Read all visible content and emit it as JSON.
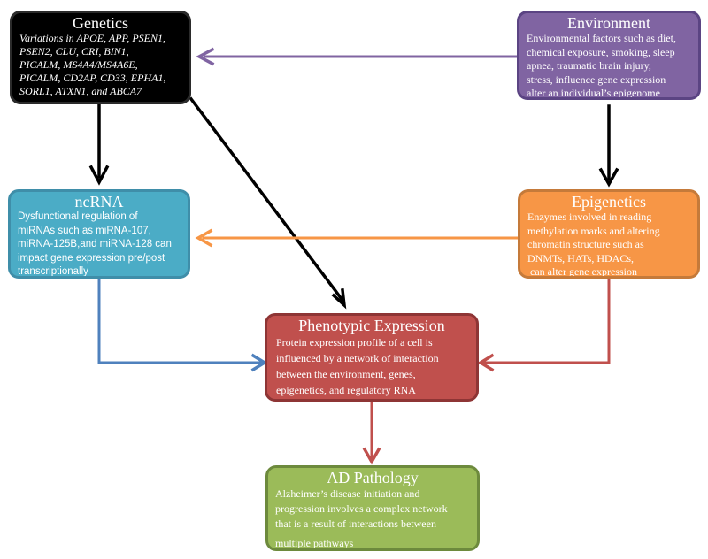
{
  "colors": {
    "genetics": "#000000",
    "environment": "#8064a2",
    "ncrna": "#4bacc6",
    "epigenetics": "#f79646",
    "phenotypic": "#c0504d",
    "ad_pathology": "#9bbb59",
    "arrow_black": "#000000",
    "arrow_purple": "#8064a2",
    "arrow_orange": "#f79646",
    "arrow_blue": "#4f81bd",
    "arrow_red": "#c0504d"
  },
  "nodes": {
    "genetics": {
      "title": "Genetics",
      "lines": [
        "Variations in APOE, APP, PSEN1,",
        "PSEN2, CLU, CRI, BIN1,",
        "PICALM, MS4A4/MS4A6E,",
        "PICALM, CD2AP, CD33, EPHA1,",
        "SORL1, ATXN1, and ABCA7"
      ]
    },
    "environment": {
      "title": "Environment",
      "lines": [
        "Environmental factors such as diet,",
        "chemical exposure, smoking, sleep",
        "apnea, traumatic brain injury,",
        "stress, influence gene expression",
        "alter an individual’s epigenome"
      ]
    },
    "ncrna": {
      "title": "ncRNA",
      "lines": [
        "Dysfunctional regulation of",
        "miRNAs such as miRNA-107,",
        "miRNA-125B,and miRNA-128 can",
        "impact gene expression pre/post",
        "transcriptionally"
      ]
    },
    "epigenetics": {
      "title": "Epigenetics",
      "lines": [
        "Enzymes involved in reading",
        "methylation marks and altering",
        "chromatin structure such as",
        "DNMTs, HATs, HDACs,",
        " can alter gene expression"
      ]
    },
    "phenotypic": {
      "title": "Phenotypic Expression",
      "lines": [
        "Protein expression profile of a cell is",
        "influenced by a network of interaction",
        "between the environment, genes,",
        "epigenetics, and regulatory RNA"
      ]
    },
    "ad_pathology": {
      "title": "AD Pathology",
      "lines": [
        "Alzheimer’s disease initiation and",
        "progression involves a complex network",
        "that is a result of  interactions between",
        "multiple pathways"
      ]
    }
  },
  "edges": [
    {
      "from": "environment",
      "to": "genetics",
      "color": "arrow_purple"
    },
    {
      "from": "genetics",
      "to": "ncrna",
      "color": "arrow_black"
    },
    {
      "from": "genetics",
      "to": "phenotypic",
      "color": "arrow_black"
    },
    {
      "from": "environment",
      "to": "epigenetics",
      "color": "arrow_black"
    },
    {
      "from": "epigenetics",
      "to": "ncrna",
      "color": "arrow_orange"
    },
    {
      "from": "ncrna",
      "to": "phenotypic",
      "color": "arrow_blue"
    },
    {
      "from": "epigenetics",
      "to": "phenotypic",
      "color": "arrow_red"
    },
    {
      "from": "phenotypic",
      "to": "ad_pathology",
      "color": "arrow_red"
    }
  ]
}
